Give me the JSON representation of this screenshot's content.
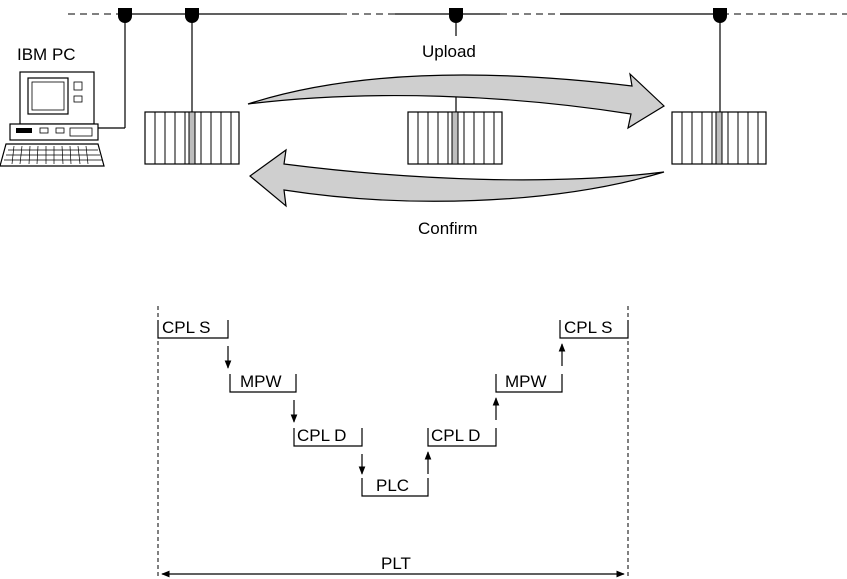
{
  "network": {
    "pc_label": "IBM PC",
    "upload_label": "Upload",
    "confirm_label": "Confirm",
    "pc_icon": "ibm-pc-icon",
    "node_icon": "plc-rack-icon"
  },
  "timing": {
    "steps": [
      "CPL S",
      "MPW",
      "CPL D",
      "PLC",
      "CPL D",
      "MPW",
      "CPL S"
    ],
    "total_label": "PLT"
  },
  "colors": {
    "line": "#000000",
    "arrow_fill": "#cfcfcf",
    "slot_highlight": "#bdbdbd"
  }
}
